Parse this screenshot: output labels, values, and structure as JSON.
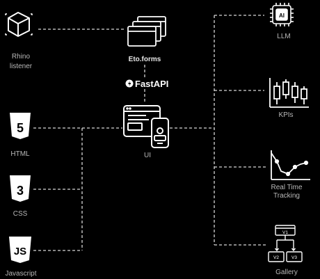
{
  "nodes": {
    "rhino": {
      "line1": "Rhino",
      "line2": "listener"
    },
    "etoforms": {
      "label": "Eto.forms"
    },
    "fastapi": {
      "label": "FastAPI"
    },
    "ui": {
      "label": "UI"
    },
    "html": {
      "label": "HTML",
      "glyph": "5"
    },
    "css": {
      "label": "CSS",
      "glyph": "3"
    },
    "javascript": {
      "label": "Javascript",
      "glyph": "JS"
    },
    "llm": {
      "label": "LLM",
      "chip_text": "AI"
    },
    "kpis": {
      "label": "KPIs"
    },
    "realtime": {
      "line1": "Real Time",
      "line2": "Tracking"
    },
    "gallery": {
      "label": "Gallery",
      "v1": "V1",
      "v2": "V2",
      "v3": "V3"
    }
  },
  "colors": {
    "background": "#000000",
    "line": "#ffffff",
    "label": "#b9b9b9"
  }
}
